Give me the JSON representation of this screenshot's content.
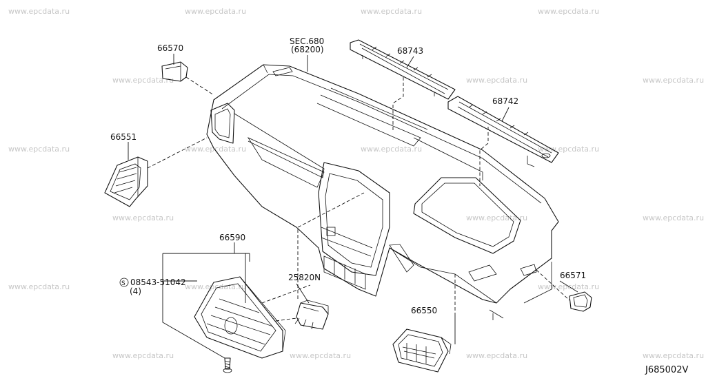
{
  "watermark": "www.epcdata.ru",
  "diagram": {
    "reference": "J685002V",
    "parts": {
      "p66570": "66570",
      "p66551": "66551",
      "p66590": "66590",
      "screw_code": "08543-51042",
      "screw_qty": "(4)",
      "screw_symbol": "S",
      "p25820n": "25820N",
      "p66550": "66550",
      "p66571": "66571",
      "p68743": "68743",
      "p68742": "68742",
      "sec": "SEC.680",
      "sec_sub": "(68200)"
    }
  }
}
